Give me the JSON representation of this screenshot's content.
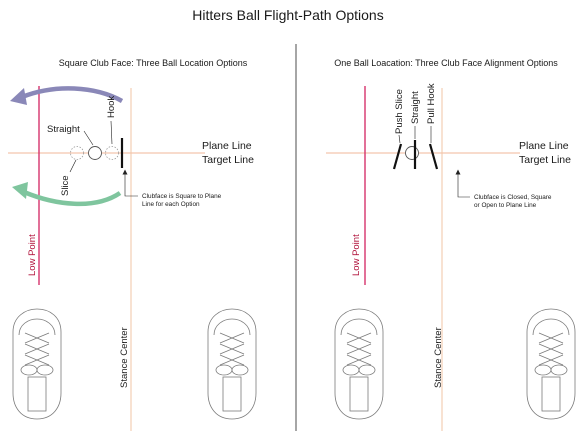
{
  "title": "Hitters Ball Flight-Path Options",
  "left_panel": {
    "subtitle": "Square Club Face:  Three Ball Location Options",
    "label_straight": "Straight",
    "label_hook": "Hook",
    "label_slice": "Slice",
    "plane_line": "Plane Line",
    "target_line": "Target Line",
    "note_line1": "Clubface is Square to Plane",
    "note_line2": "Line for each Option",
    "low_point": "Low Point",
    "stance_center": "Stance Center"
  },
  "right_panel": {
    "subtitle": "One Ball Loacation: Three Club Face Alignment Options",
    "label_push_slice": "Push Slice",
    "label_straight": "Straight",
    "label_pull_hook": "Pull Hook",
    "plane_line": "Plane Line",
    "target_line": "Target Line",
    "note_line1": "Clubface is Closed, Square",
    "note_line2": "or Open to Plane Line",
    "low_point": "Low Point",
    "stance_center": "Stance Center"
  },
  "colors": {
    "low_point_line": "#d6336c",
    "target_line": "#f2b79a",
    "stance_line": "#f2c4a6",
    "hook_arrow": "#8a88b8",
    "slice_arrow": "#7fc59e",
    "divider": "#6b6b6b"
  }
}
